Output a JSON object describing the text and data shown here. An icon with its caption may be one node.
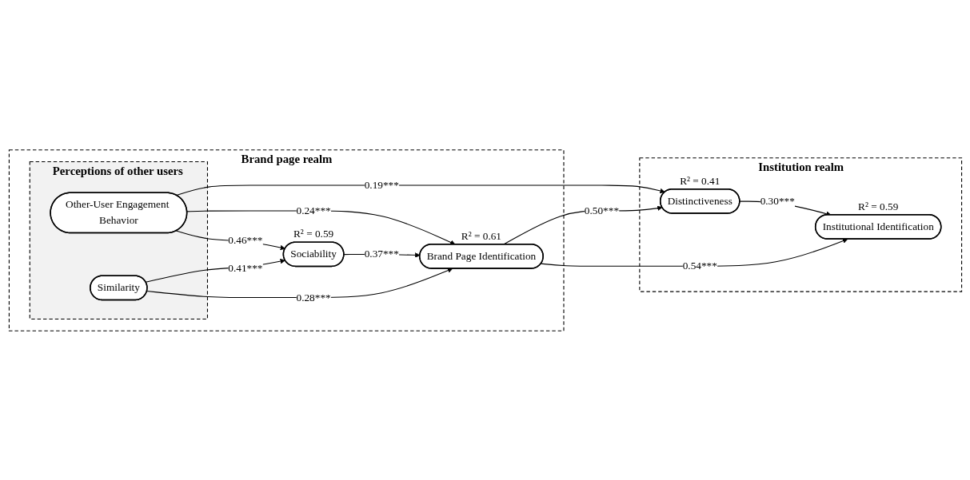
{
  "diagram": {
    "nodes": [
      {
        "text": [
          "Brand page realm"
        ]
      },
      {
        "text": [
          "Perceptions of other users"
        ],
        "in": 0
      },
      {
        "text": [
          "Other-User Engagement Behavior"
        ],
        "in": 1
      },
      {
        "text": [
          "Similarity"
        ],
        "in": 1
      },
      {
        "text": [
          "Sociability"
        ],
        "in": 0,
        "beside": [
          "R² = 0.59"
        ]
      },
      {
        "text": [
          "Brand Page Identification"
        ],
        "in": 0,
        "beside": [
          "R² = 0.61"
        ]
      },
      {
        "text": [
          "Institution realm"
        ]
      },
      {
        "text": [
          "Distinctiveness"
        ],
        "in": 6,
        "beside": [
          "R² = 0.41"
        ]
      },
      {
        "text": [
          "Institutional Identification"
        ],
        "in": 6,
        "beside": [
          "R² = 0.59"
        ]
      }
    ],
    "edges": [
      {
        "from": 2,
        "to": 7,
        "arrow": "to",
        "label": "0.19***"
      },
      {
        "from": 2,
        "to": 5,
        "arrow": "to",
        "label": "0.24***"
      },
      {
        "from": 2,
        "to": 4,
        "arrow": "to",
        "label": "0.46***"
      },
      {
        "from": 4,
        "to": 5,
        "arrow": "to",
        "label": "0.37***"
      },
      {
        "from": 3,
        "to": 4,
        "arrow": "to",
        "label": "0.41***"
      },
      {
        "from": 3,
        "to": 5,
        "arrow": "to",
        "label": "0.28***"
      },
      {
        "from": 5,
        "to": 7,
        "arrow": "to",
        "label": "0.50***"
      },
      {
        "from": 5,
        "to": 8,
        "arrow": "to",
        "label": "0.54***"
      },
      {
        "from": 7,
        "to": 8,
        "arrow": "to",
        "label": "0.30***"
      }
    ]
  }
}
